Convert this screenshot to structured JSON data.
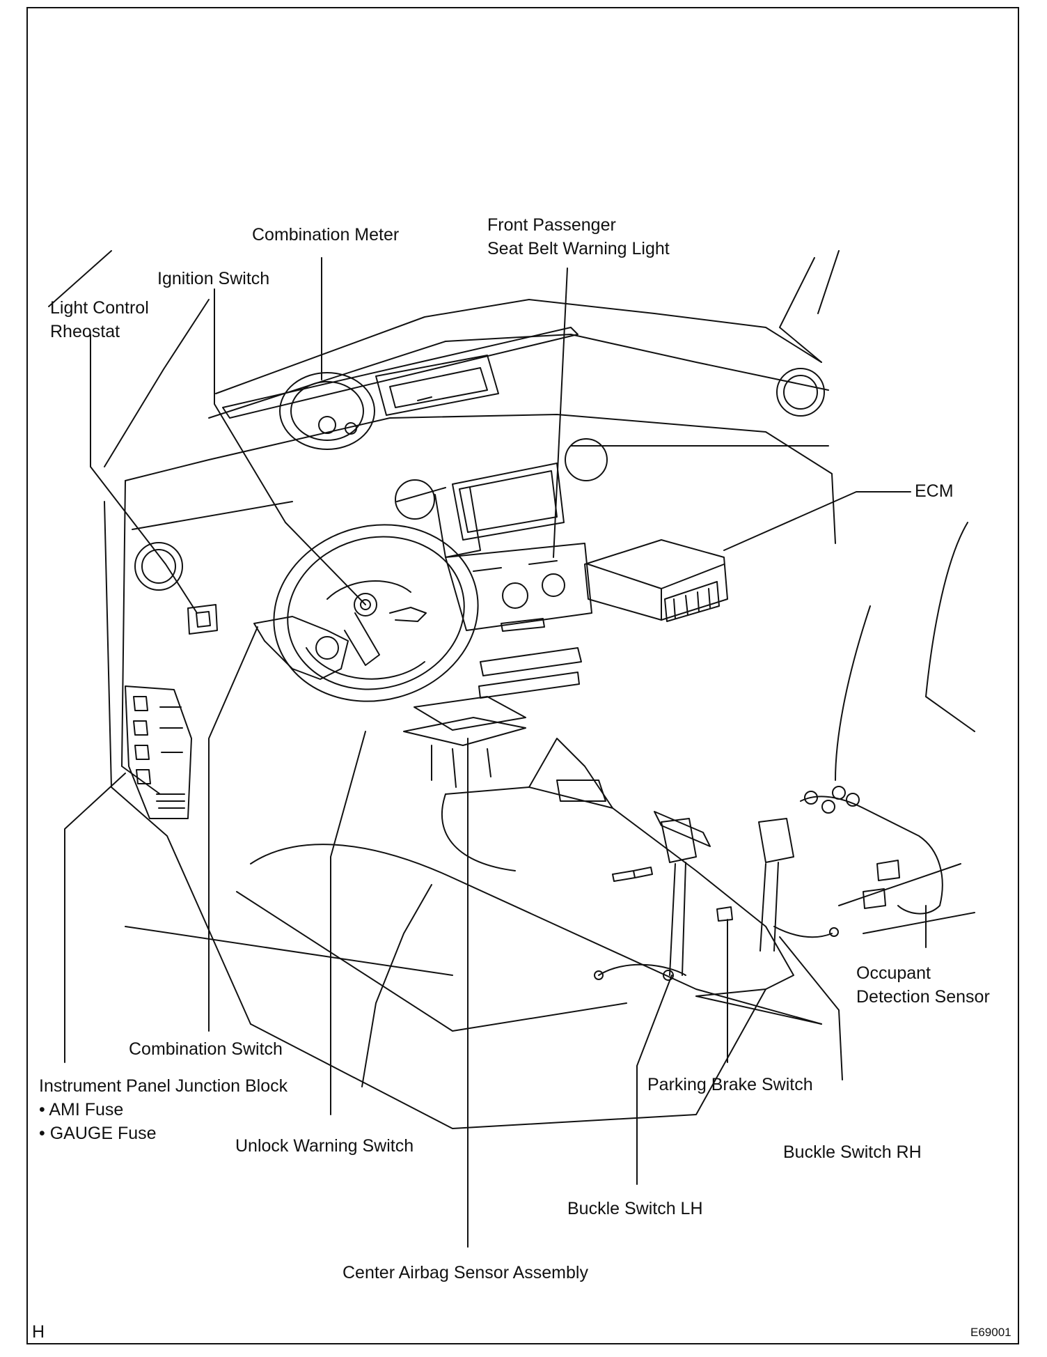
{
  "labels": {
    "combination_meter": "Combination Meter",
    "front_passenger_line1": "Front Passenger",
    "front_passenger_line2": "Seat Belt Warning Light",
    "ignition_switch": "Ignition Switch",
    "light_control_line1": "Light Control",
    "light_control_line2": "Rheostat",
    "ecm": "ECM",
    "occupant_line1": "Occupant",
    "occupant_line2": "Detection Sensor",
    "combination_switch": "Combination Switch",
    "ij_block": "Instrument Panel Junction Block",
    "ami_fuse": "• AMI Fuse",
    "gauge_fuse": "• GAUGE Fuse",
    "unlock_warning": "Unlock Warning Switch",
    "parking_brake": "Parking Brake Switch",
    "buckle_rh": "Buckle Switch RH",
    "buckle_lh": "Buckle Switch LH",
    "center_airbag": "Center Airbag Sensor Assembly",
    "corner_left": "H",
    "figure_id": "E69001"
  }
}
